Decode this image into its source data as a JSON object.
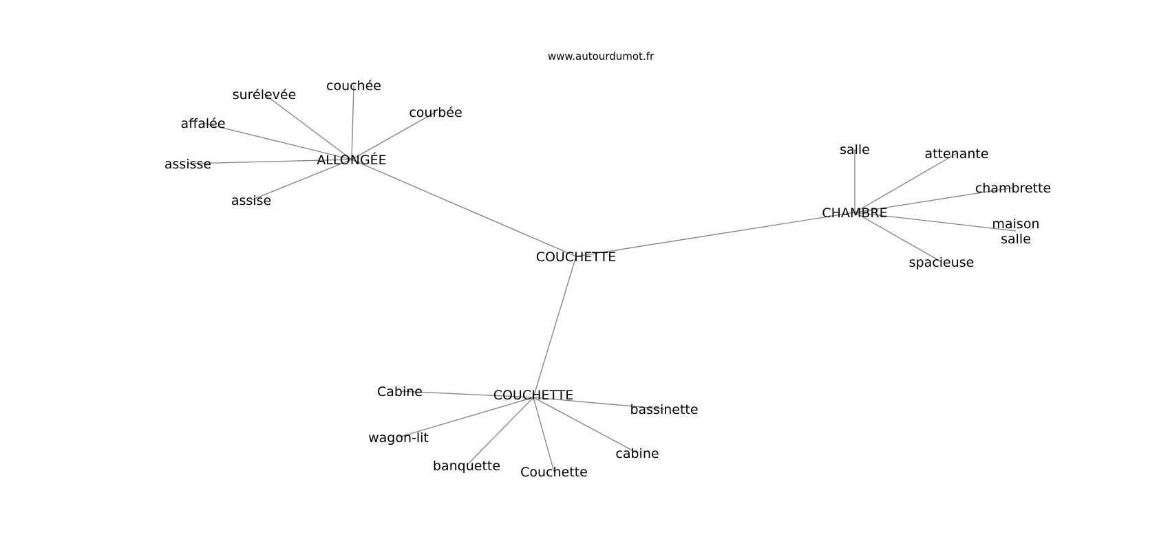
{
  "site": "www.autourdumot.fr",
  "colors": {
    "edge": "#808080",
    "text": "#000000",
    "background": "#ffffff"
  },
  "nodes": [
    {
      "id": "center",
      "lines": [
        "COUCHETTE"
      ]
    },
    {
      "id": "allongee",
      "lines": [
        "ALLONGÉE"
      ]
    },
    {
      "id": "chambre",
      "lines": [
        "CHAMBRE"
      ]
    },
    {
      "id": "couchette2",
      "lines": [
        "COUCHETTE"
      ]
    },
    {
      "id": "surelevee",
      "lines": [
        "surélevée"
      ]
    },
    {
      "id": "couchee",
      "lines": [
        "couchée"
      ]
    },
    {
      "id": "courbee",
      "lines": [
        "courbée"
      ]
    },
    {
      "id": "affalee",
      "lines": [
        "affalée"
      ]
    },
    {
      "id": "assisse",
      "lines": [
        "assisse"
      ]
    },
    {
      "id": "assise",
      "lines": [
        "assise"
      ]
    },
    {
      "id": "salle",
      "lines": [
        "salle"
      ]
    },
    {
      "id": "attenante",
      "lines": [
        "attenante"
      ]
    },
    {
      "id": "chambrette",
      "lines": [
        "chambrette"
      ]
    },
    {
      "id": "maison-salle",
      "lines": [
        "maison",
        "salle"
      ]
    },
    {
      "id": "spacieuse",
      "lines": [
        "spacieuse"
      ]
    },
    {
      "id": "cabine-cap",
      "lines": [
        "Cabine"
      ]
    },
    {
      "id": "wagon-lit",
      "lines": [
        "wagon-lit"
      ]
    },
    {
      "id": "banquette",
      "lines": [
        "banquette"
      ]
    },
    {
      "id": "couchette-cap",
      "lines": [
        "Couchette"
      ]
    },
    {
      "id": "cabine",
      "lines": [
        "cabine"
      ]
    },
    {
      "id": "bassinette",
      "lines": [
        "bassinette"
      ]
    }
  ],
  "edges": [
    [
      "center",
      "allongee"
    ],
    [
      "center",
      "chambre"
    ],
    [
      "center",
      "couchette2"
    ],
    [
      "allongee",
      "surelevee"
    ],
    [
      "allongee",
      "couchee"
    ],
    [
      "allongee",
      "courbee"
    ],
    [
      "allongee",
      "affalee"
    ],
    [
      "allongee",
      "assisse"
    ],
    [
      "allongee",
      "assise"
    ],
    [
      "chambre",
      "salle"
    ],
    [
      "chambre",
      "attenante"
    ],
    [
      "chambre",
      "chambrette"
    ],
    [
      "chambre",
      "maison-salle"
    ],
    [
      "chambre",
      "spacieuse"
    ],
    [
      "couchette2",
      "cabine-cap"
    ],
    [
      "couchette2",
      "wagon-lit"
    ],
    [
      "couchette2",
      "banquette"
    ],
    [
      "couchette2",
      "couchette-cap"
    ],
    [
      "couchette2",
      "cabine"
    ],
    [
      "couchette2",
      "bassinette"
    ]
  ]
}
